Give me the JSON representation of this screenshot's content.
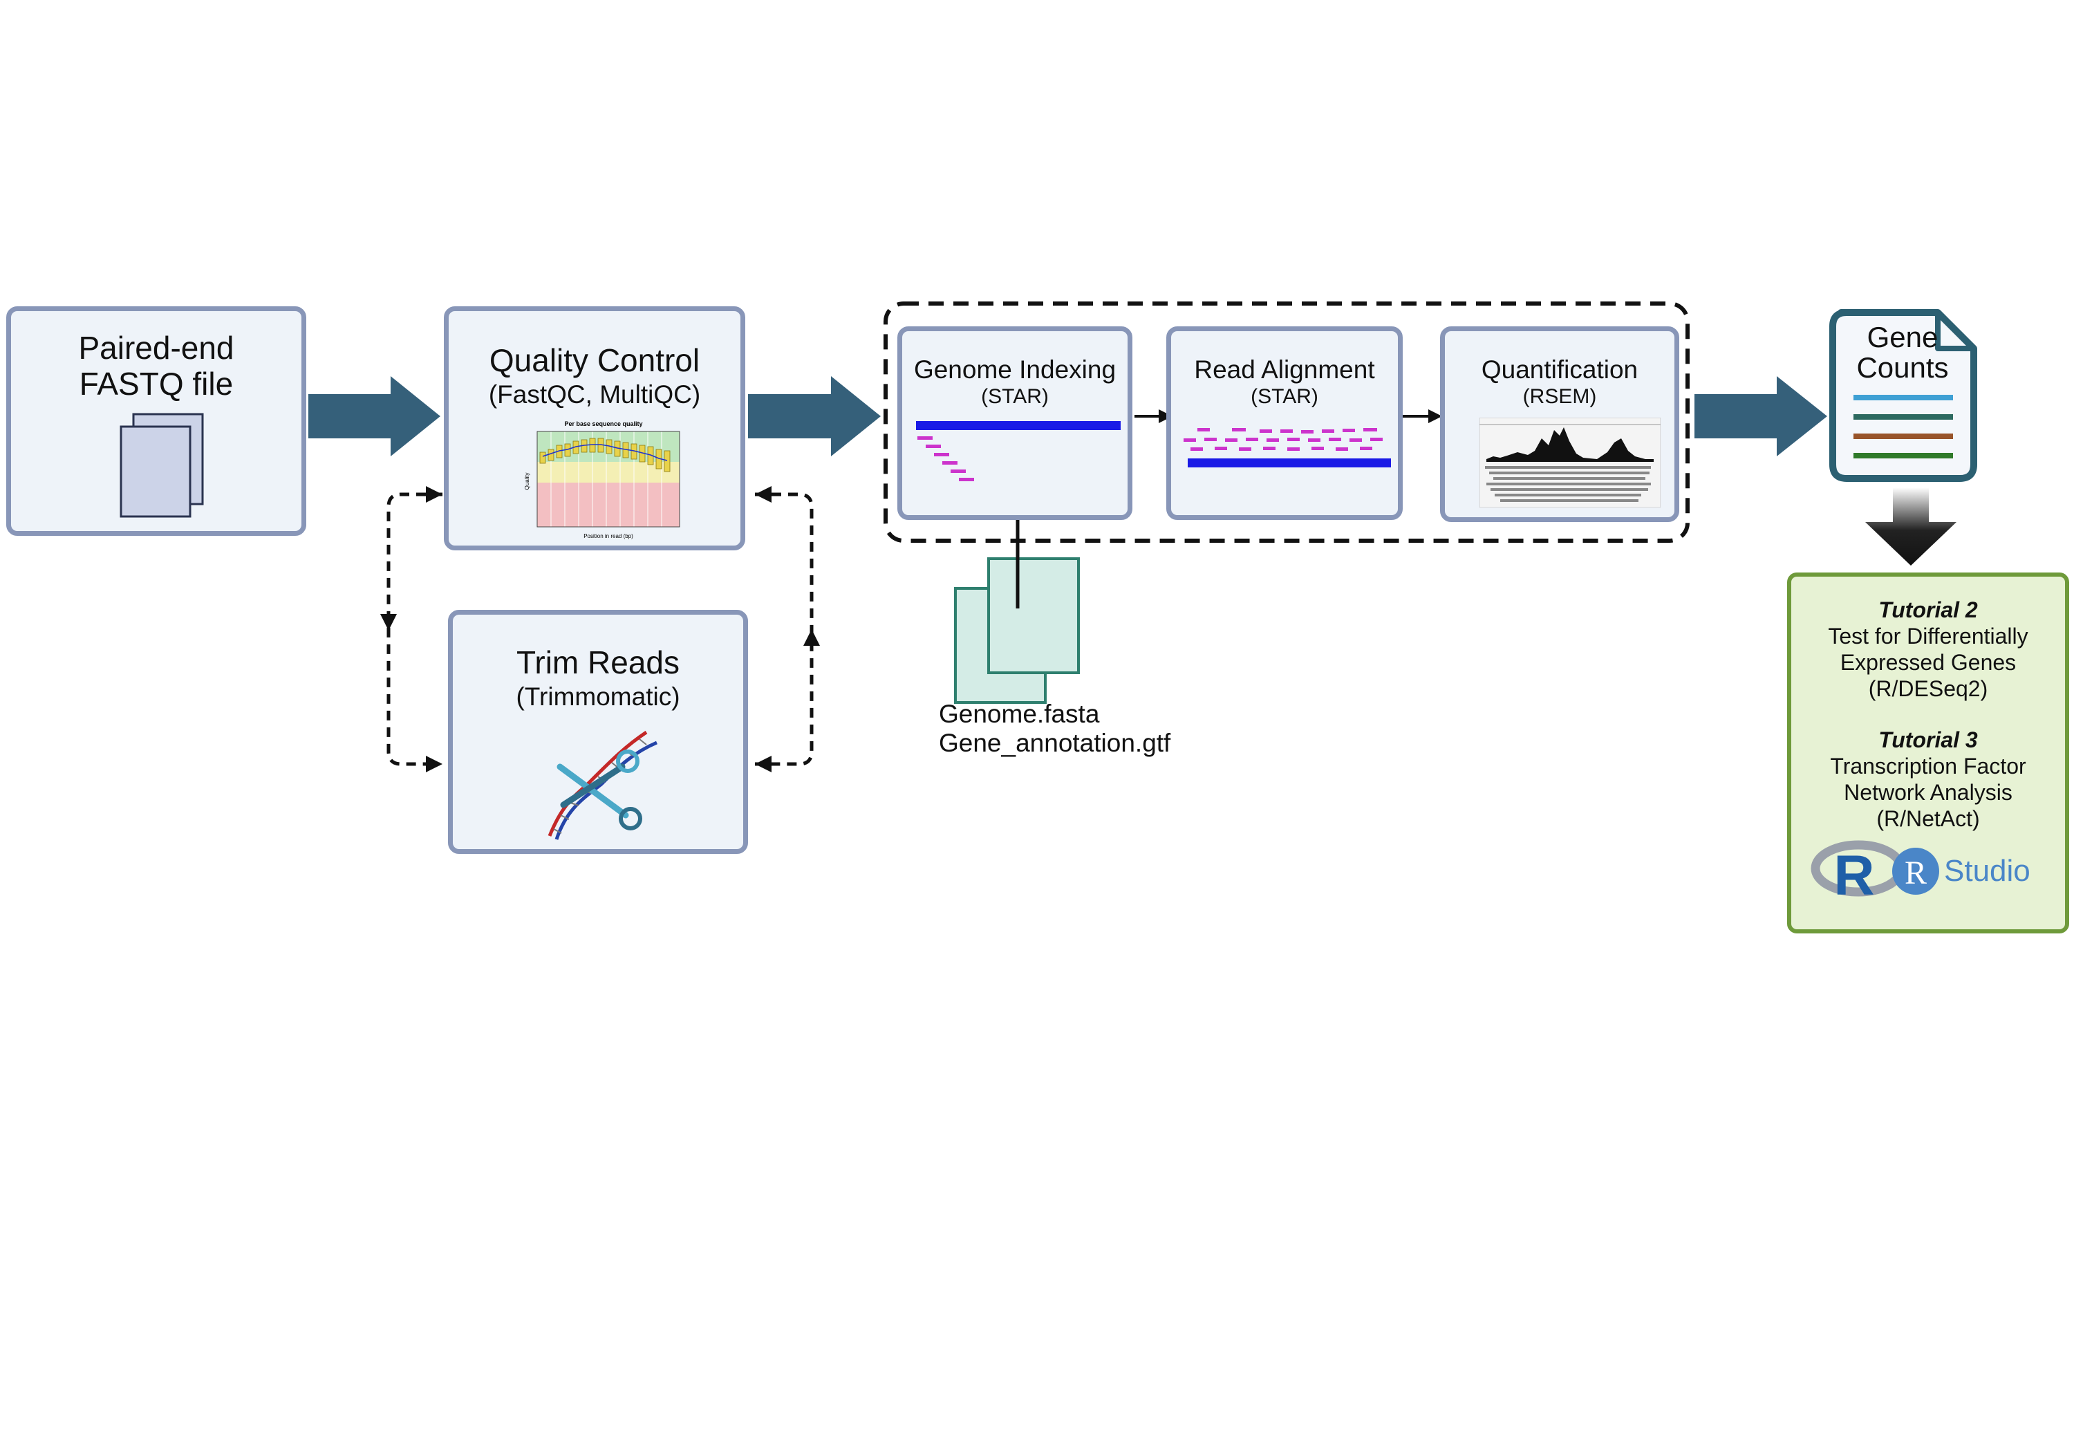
{
  "colors": {
    "box_fill": "#eef3f9",
    "box_border": "#8896b8",
    "arrow": "#35607a",
    "green_border": "#6e9a3a",
    "green_fill": "#e7f2d4",
    "blue_bar": "#1a1ae6",
    "magenta_read": "#cc33cc"
  },
  "fastq": {
    "title": "Paired-end\nFASTQ file",
    "icon": "file-stack-icon"
  },
  "qc": {
    "title": "Quality Control",
    "tools": "(FastQC, MultiQC)",
    "plot_title": "Per base sequence quality",
    "plot_xlabel": "Position in read (bp)",
    "plot_ylabel": "Quality"
  },
  "trim": {
    "title": "Trim Reads",
    "tool": "(Trimmomatic)",
    "icon": "dna-scissors-icon"
  },
  "pipeline": {
    "indexing": {
      "title": "Genome Indexing",
      "tool": "(STAR)"
    },
    "alignment": {
      "title": "Read Alignment",
      "tool": "(STAR)"
    },
    "quant": {
      "title": "Quantification",
      "tool": "(RSEM)"
    }
  },
  "reference": {
    "files": [
      "Genome.fasta",
      "Gene_annotation.gtf"
    ],
    "icon": "file-stack-icon"
  },
  "counts": {
    "title": "Gene\nCounts",
    "icon": "document-icon"
  },
  "tutorials": {
    "t2_title": "Tutorial 2",
    "t2_text": "Test for Differentially\nExpressed Genes\n(R/DESeq2)",
    "t3_title": "Tutorial 3",
    "t3_text": "Transcription Factor\nNetwork Analysis\n(R/NetAct)",
    "logo_r": "R",
    "logo_studio": "Studio",
    "logo_inner_r": "R"
  }
}
